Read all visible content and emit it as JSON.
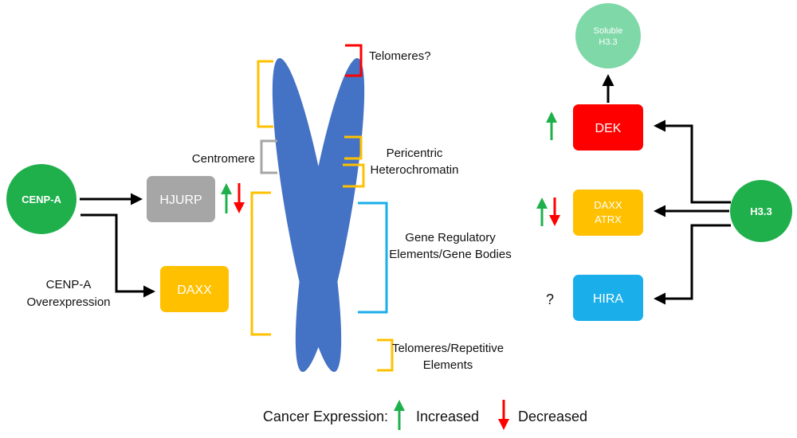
{
  "colors": {
    "chromosome": "#4472c4",
    "green_node": "#1fb04c",
    "soluble_node": "#7fd8a8",
    "gray_box": "#a6a6a6",
    "yellow_box": "#ffc000",
    "red_box": "#ff0000",
    "blue_box": "#1aaeea",
    "bracket_yellow": "#ffc000",
    "bracket_red": "#ff0000",
    "bracket_gray": "#a6a6a6",
    "bracket_blue": "#1aaeea",
    "arrow_up": "#1fb04c",
    "arrow_down": "#ff0000"
  },
  "nodes": {
    "cenpa": "CENP-A",
    "hjurp": "HJURP",
    "daxx_left": "DAXX",
    "h33": "H3.3",
    "soluble_line1": "Soluble",
    "soluble_line2": "H3.3",
    "dek": "DEK",
    "daxx_right_line1": "DAXX",
    "daxx_right_line2": "ATRX",
    "hira": "HIRA"
  },
  "labels": {
    "cenpa_over_line1": "CENP-A",
    "cenpa_over_line2": "Overexpression",
    "telomeres_q": "Telomeres?",
    "centromere": "Centromere",
    "pericentric_line1": "Pericentric",
    "pericentric_line2": "Heterochromatin",
    "gene_reg_line1": "Gene Regulatory",
    "gene_reg_line2": "Elements/Gene Bodies",
    "telo_rep_line1": "Telomeres/Repetitive",
    "telo_rep_line2": "Elements",
    "question_mark": "?"
  },
  "indicators": {
    "hjurp": "up-down",
    "dek": "up",
    "daxx_atrx": "up-down",
    "hira": "unknown"
  },
  "legend": {
    "title": "Cancer Expression:",
    "increased": "Increased",
    "decreased": "Decreased"
  }
}
